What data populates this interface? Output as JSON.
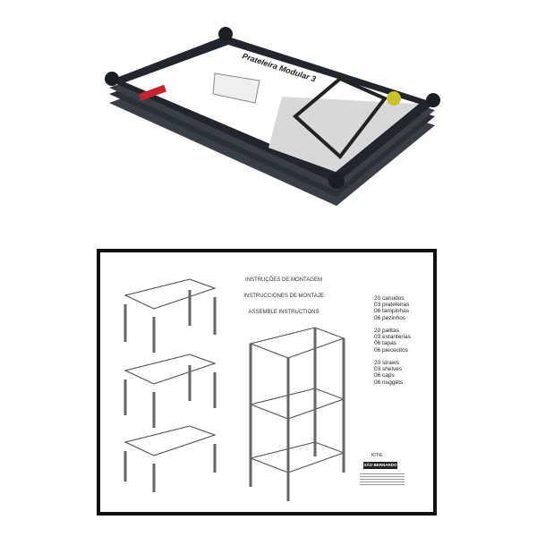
{
  "product": {
    "label_title": "Prateleira Modular 3",
    "colors": {
      "frame": "#2b2f36",
      "label": "#ffffff",
      "accent": "#c8232c"
    }
  },
  "manual": {
    "instructions": [
      "INSTRUÇÕES DE MONTAGEM",
      "INSTRUCCIONES DE MONTAJE",
      "ASSEMBLE INSTRUCTIONS"
    ],
    "parts_pt": [
      "20 canudos",
      "03 prateleiras",
      "06 tampinhas",
      "06 pezinhos"
    ],
    "parts_es": [
      "20 palitas",
      "03 estanterias",
      "06 tapas",
      "06 piececitos"
    ],
    "parts_en": [
      "20 straws",
      "03 shelves",
      "06 caps",
      "06 nuggets"
    ],
    "kit": "KIT-E",
    "brand": "SÃO BERNARDO"
  }
}
